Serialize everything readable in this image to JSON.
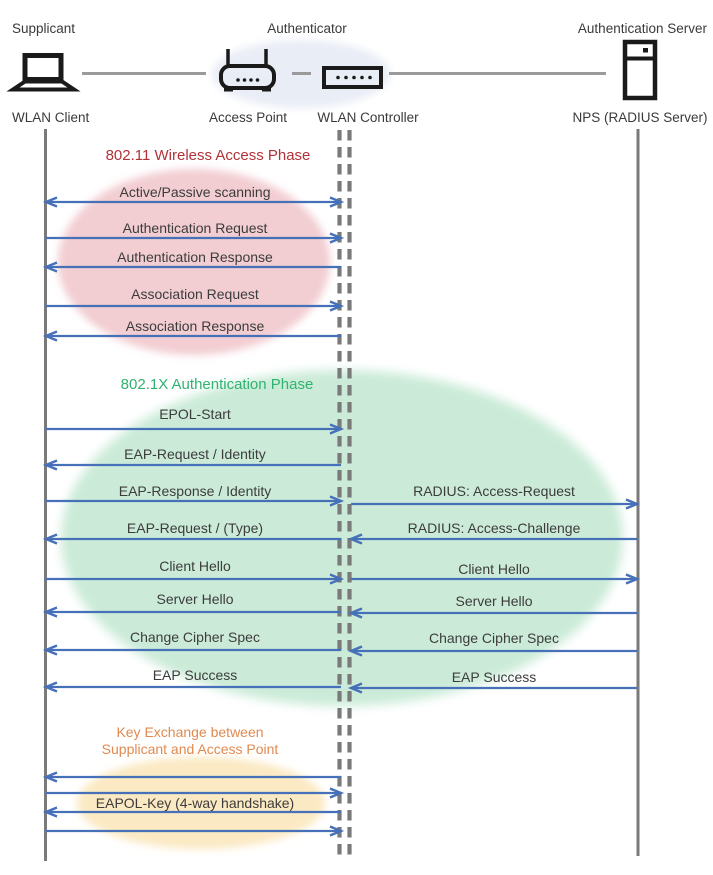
{
  "actors": {
    "supplicant": {
      "role": "Supplicant",
      "device": "WLAN Client"
    },
    "authenticator": {
      "role": "Authenticator",
      "access_point": "Access Point",
      "controller": "WLAN Controller"
    },
    "auth_server": {
      "role": "Authentication Server",
      "device": "NPS (RADIUS Server)"
    }
  },
  "phase_80211": {
    "title": "802.11 Wireless Access Phase",
    "messages": [
      {
        "label": "Active/Passive scanning",
        "dir": "both"
      },
      {
        "label": "Authentication Request",
        "dir": "right"
      },
      {
        "label": "Authentication Response",
        "dir": "left"
      },
      {
        "label": "Association Request",
        "dir": "right"
      },
      {
        "label": "Association Response",
        "dir": "left"
      }
    ]
  },
  "phase_8021x": {
    "title": "802.1X Authentication Phase",
    "left_messages": [
      {
        "label": "EPOL-Start",
        "dir": "right"
      },
      {
        "label": "EAP-Request / Identity",
        "dir": "left"
      },
      {
        "label": "EAP-Response / Identity",
        "dir": "right"
      },
      {
        "label": "EAP-Request / (Type)",
        "dir": "left"
      },
      {
        "label": "Client Hello",
        "dir": "right"
      },
      {
        "label": "Server Hello",
        "dir": "left"
      },
      {
        "label": "Change Cipher Spec",
        "dir": "left"
      },
      {
        "label": "EAP Success",
        "dir": "left"
      }
    ],
    "right_messages": [
      {
        "label": "RADIUS: Access-Request",
        "dir": "right"
      },
      {
        "label": "RADIUS: Access-Challenge",
        "dir": "left"
      },
      {
        "label": "Client Hello",
        "dir": "right"
      },
      {
        "label": "Server Hello",
        "dir": "left"
      },
      {
        "label": "Change Cipher Spec",
        "dir": "left"
      },
      {
        "label": "EAP Success",
        "dir": "left"
      }
    ]
  },
  "phase_key_exchange": {
    "title_line1": "Key Exchange between",
    "title_line2": "Supplicant and Access Point",
    "message": {
      "label": "EAPOL-Key (4-way handshake)"
    },
    "handshake_dirs": [
      "left",
      "right",
      "left",
      "right"
    ]
  },
  "colors": {
    "arrow": "#4670B8",
    "lifeline": "#7a7a7a",
    "connector": "#9a9a9a",
    "icon": "#1a1a1a",
    "phase1_title": "#B13338",
    "phase1_fill": "#F2CDD2",
    "phase2_title": "#2FB371",
    "phase2_fill": "#CBEBD8",
    "phase3_title": "#E08A50",
    "phase3_fill": "#FBE9C3",
    "authenticator_fill": "#E9EDF6"
  }
}
